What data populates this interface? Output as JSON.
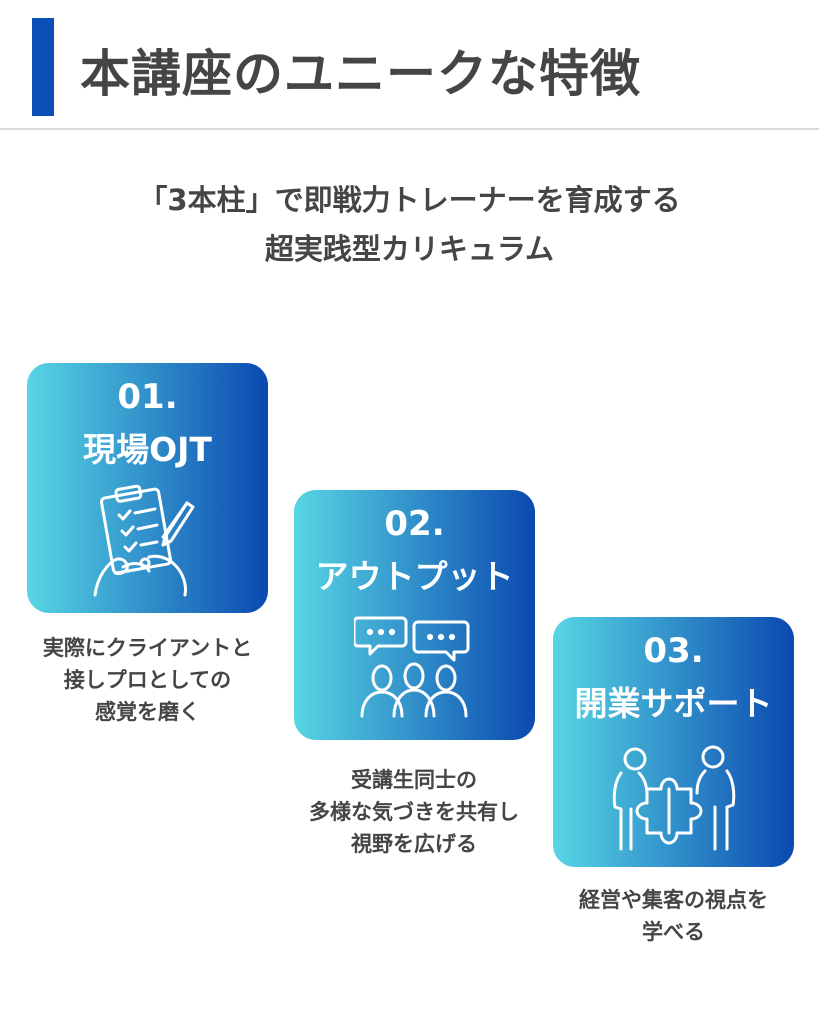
{
  "header": {
    "title": "本講座のユニークな特徴",
    "accent_color": "#0a4fb5"
  },
  "subtitle": {
    "line1": "「3本柱」で即戦力トレーナーを育成する",
    "line2": "超実践型カリキュラム"
  },
  "gradient": {
    "from": "#57d6e4",
    "to": "#0b49b0"
  },
  "features": [
    {
      "number": "01.",
      "title": "現場OJT",
      "icon": "clipboard-checklist-icon",
      "description": [
        "実際にクライアントと",
        "接しプロとしての",
        "感覚を磨く"
      ]
    },
    {
      "number": "02.",
      "title": "アウトプット",
      "icon": "group-discussion-icon",
      "description": [
        "受講生同士の",
        "多様な気づきを共有し",
        "視野を広げる"
      ]
    },
    {
      "number": "03.",
      "title": "開業サポート",
      "icon": "puzzle-teamwork-icon",
      "description": [
        "経営や集客の視点を",
        "学べる"
      ]
    }
  ]
}
